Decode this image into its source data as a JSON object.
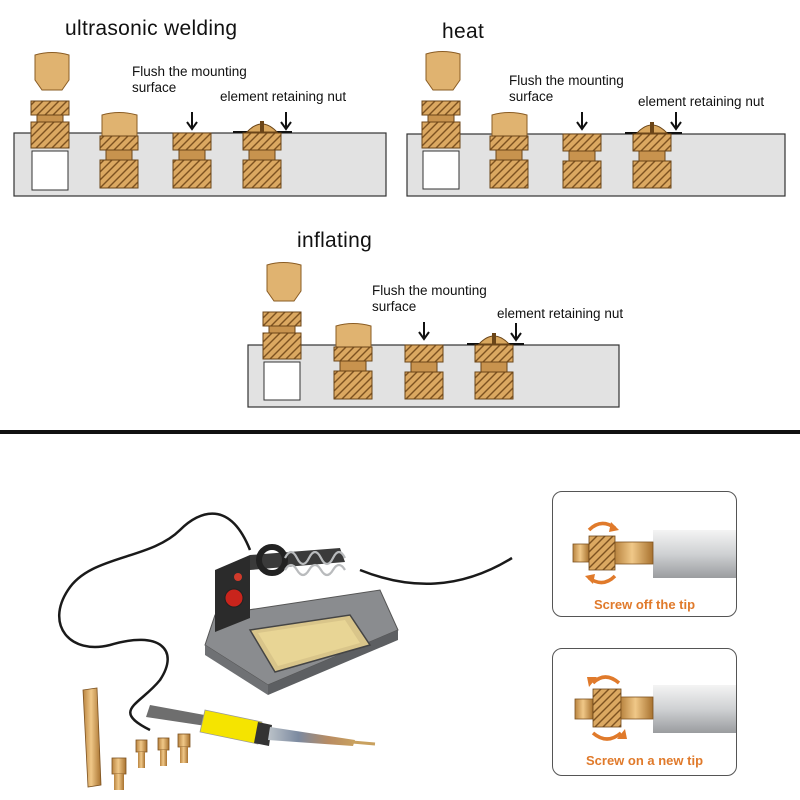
{
  "panels": [
    {
      "title": "ultrasonic welding",
      "label_flush": [
        "Flush the mounting",
        "surface"
      ],
      "label_nut": "element retaining nut"
    },
    {
      "title": "heat",
      "label_flush": [
        "Flush the mounting",
        "surface"
      ],
      "label_nut": "element retaining nut"
    },
    {
      "title": "inflating",
      "label_flush": [
        "Flush the mounting",
        "surface"
      ],
      "label_nut": "element retaining nut"
    }
  ],
  "steps": [
    {
      "caption": "Screw off the tip"
    },
    {
      "caption": "Screw on a new tip"
    }
  ],
  "colors": {
    "brass": "#d9a75e",
    "brass_dark": "#8a5c23",
    "base": "#e2e2e2",
    "accent_orange": "#e07a2b",
    "station_grey": "#8a8c8f",
    "handle_yellow": "#f5e400"
  }
}
